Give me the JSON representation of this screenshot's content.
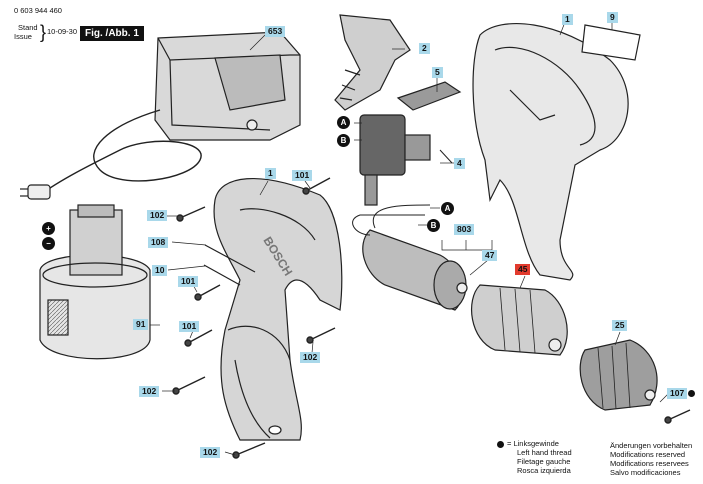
{
  "header": {
    "part_number": "0 603 944 460",
    "stand_label": "Stand",
    "issue_label": "Issue",
    "date": "10-09-30",
    "figure_label": "Fig. /Abb. 1"
  },
  "callouts": {
    "c653": "653",
    "c2": "2",
    "c5": "5",
    "c4": "4",
    "c1_top": "1",
    "c9": "9",
    "c1_body": "1",
    "c101_a": "101",
    "c102_a": "102",
    "c108": "108",
    "c10": "10",
    "c101_b": "101",
    "c91": "91",
    "c101_c": "101",
    "c102_b": "102",
    "c102_c": "102",
    "c102_d": "102",
    "c803": "803",
    "c47": "47",
    "c45": "45",
    "c25": "25",
    "c107": "107"
  },
  "connectors": {
    "a_top": "A",
    "b_top": "B",
    "a_mid": "A",
    "b_mid": "B"
  },
  "battery_terminals": {
    "plus": "+",
    "minus": "−"
  },
  "legend_left": {
    "line1": "= Linksgewinde",
    "line2": "Left hand thread",
    "line3": "Filetage gauche",
    "line4": "Rosca izquierda"
  },
  "legend_right": {
    "line1": "Änderungen vorbehalten",
    "line2": "Modifications reserved",
    "line3": "Modifications reservees",
    "line4": "Salvo modificaciones"
  },
  "logo_text": "BOSCH",
  "colors": {
    "callout_bg": "#a9d8ea",
    "callout_highlight": "#e23b2e"
  }
}
